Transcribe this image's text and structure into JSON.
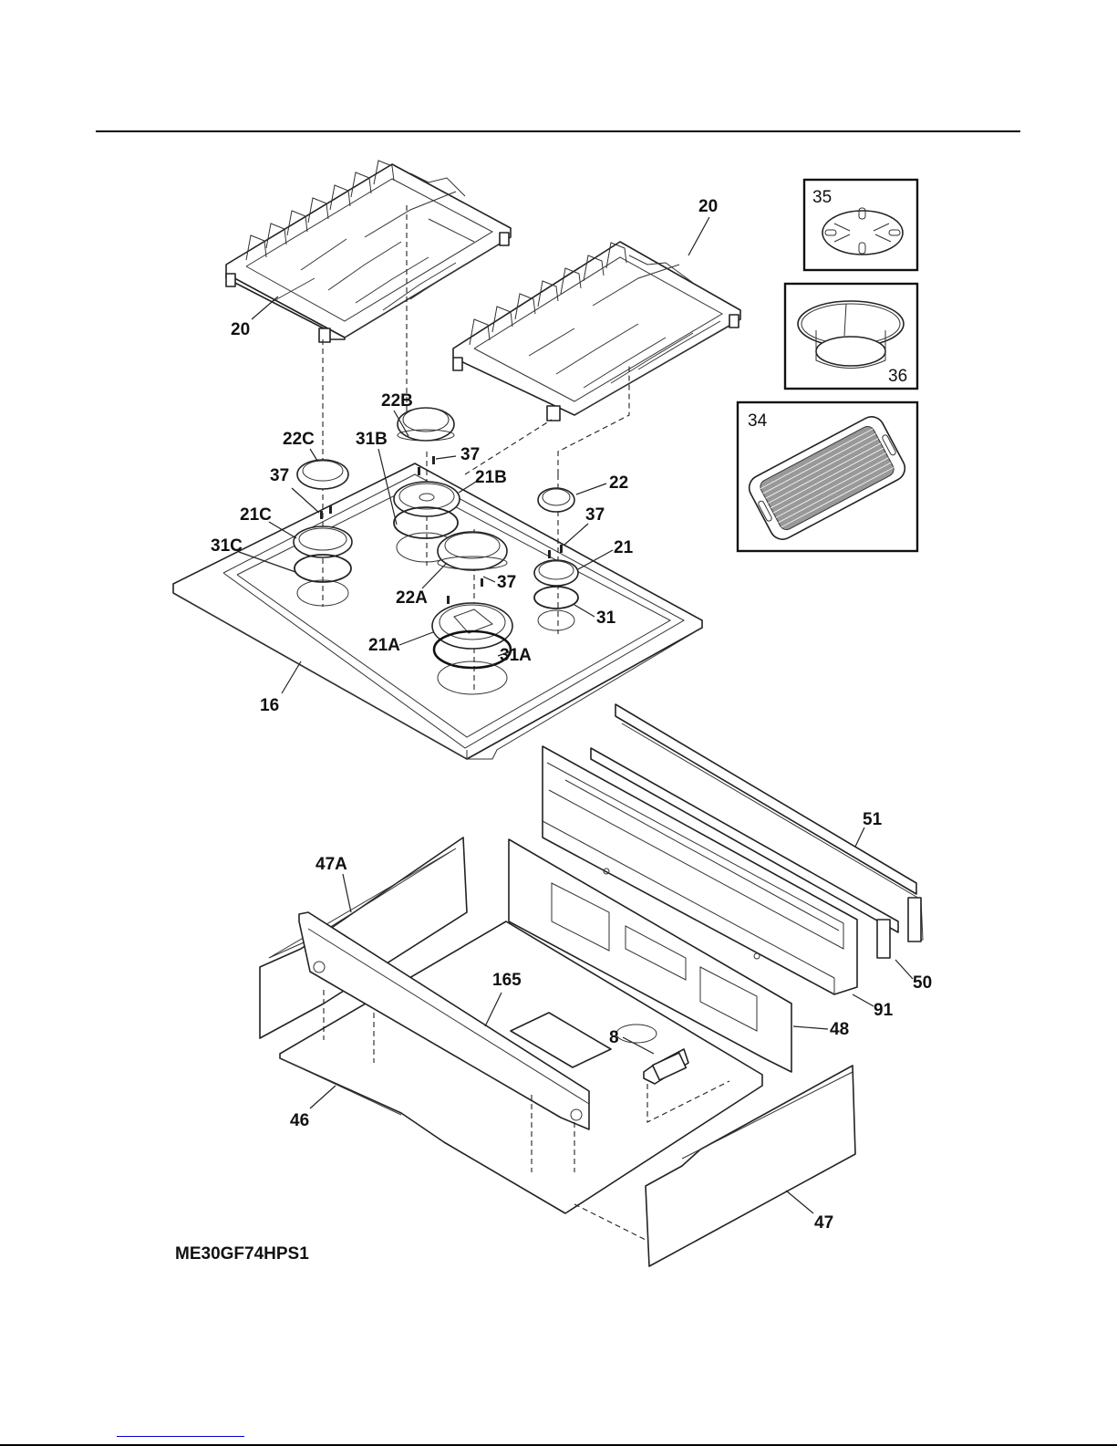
{
  "document": {
    "model_number": "ME30GF74HPS1",
    "colors": {
      "link": "#0000cc",
      "ink": "#111111"
    }
  },
  "callouts": {
    "grate_left": "20",
    "grate_right": "20",
    "cap_22B": "22B",
    "cap_22C": "22C",
    "ring_31B": "31B",
    "screw_37_b": "37",
    "head_21B": "21B",
    "screw_37_c": "37",
    "head_21C": "21C",
    "ring_31C": "31C",
    "cap_22": "22",
    "screw_37_r": "37",
    "head_21": "21",
    "screw_37_a": "37",
    "cap_22A": "22A",
    "ring_31": "31",
    "head_21A": "21A",
    "ring_31A": "31A",
    "cooktop_16": "16",
    "panel_51": "51",
    "panel_47A": "47A",
    "frame_165": "165",
    "bracket_50": "50",
    "panel_91": "91",
    "panel_48": "48",
    "igniter_8": "8",
    "base_46": "46",
    "panel_47": "47"
  },
  "accessories": [
    {
      "id": "35",
      "name": "simmer plate"
    },
    {
      "id": "36",
      "name": "wok ring"
    },
    {
      "id": "34",
      "name": "griddle"
    }
  ]
}
